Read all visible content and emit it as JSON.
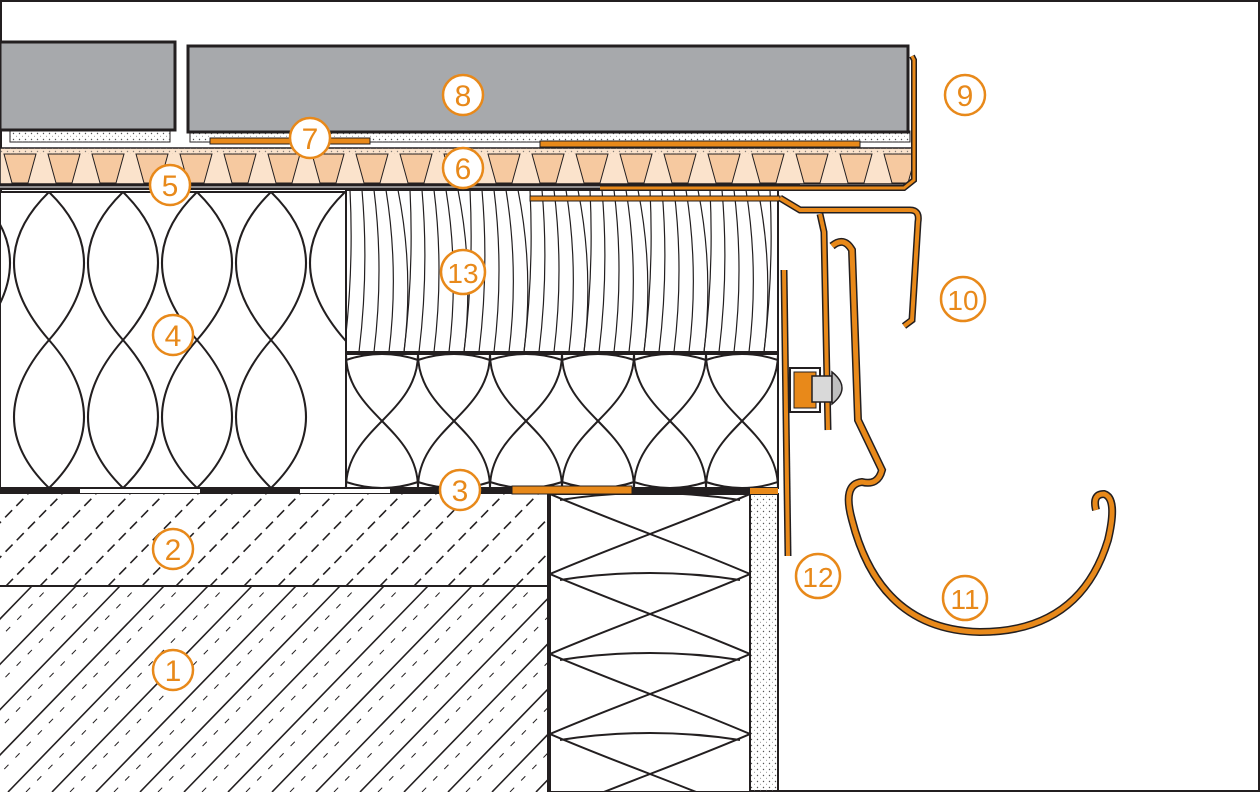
{
  "colors": {
    "accent": "#e8891a",
    "tile": "#a7a9ac",
    "tile_edge": "#231f20",
    "line": "#231f20",
    "adhesive": "#f6c9a0",
    "background": "#ffffff"
  },
  "callouts": [
    {
      "id": "1",
      "text": "1",
      "icon": "circled-number"
    },
    {
      "id": "2",
      "text": "2",
      "icon": "circled-number"
    },
    {
      "id": "3",
      "text": "3",
      "icon": "circled-number"
    },
    {
      "id": "4",
      "text": "4",
      "icon": "circled-number"
    },
    {
      "id": "5",
      "text": "5",
      "icon": "circled-number"
    },
    {
      "id": "6",
      "text": "6",
      "icon": "circled-number"
    },
    {
      "id": "7",
      "text": "7",
      "icon": "circled-number"
    },
    {
      "id": "8",
      "text": "8",
      "icon": "circled-number"
    },
    {
      "id": "9",
      "text": "9",
      "icon": "circled-number"
    },
    {
      "id": "10",
      "text": "10",
      "icon": "circled-number"
    },
    {
      "id": "11",
      "text": "11",
      "icon": "circled-number"
    },
    {
      "id": "12",
      "text": "12",
      "icon": "circled-number"
    },
    {
      "id": "13",
      "text": "13",
      "icon": "circled-number"
    }
  ]
}
